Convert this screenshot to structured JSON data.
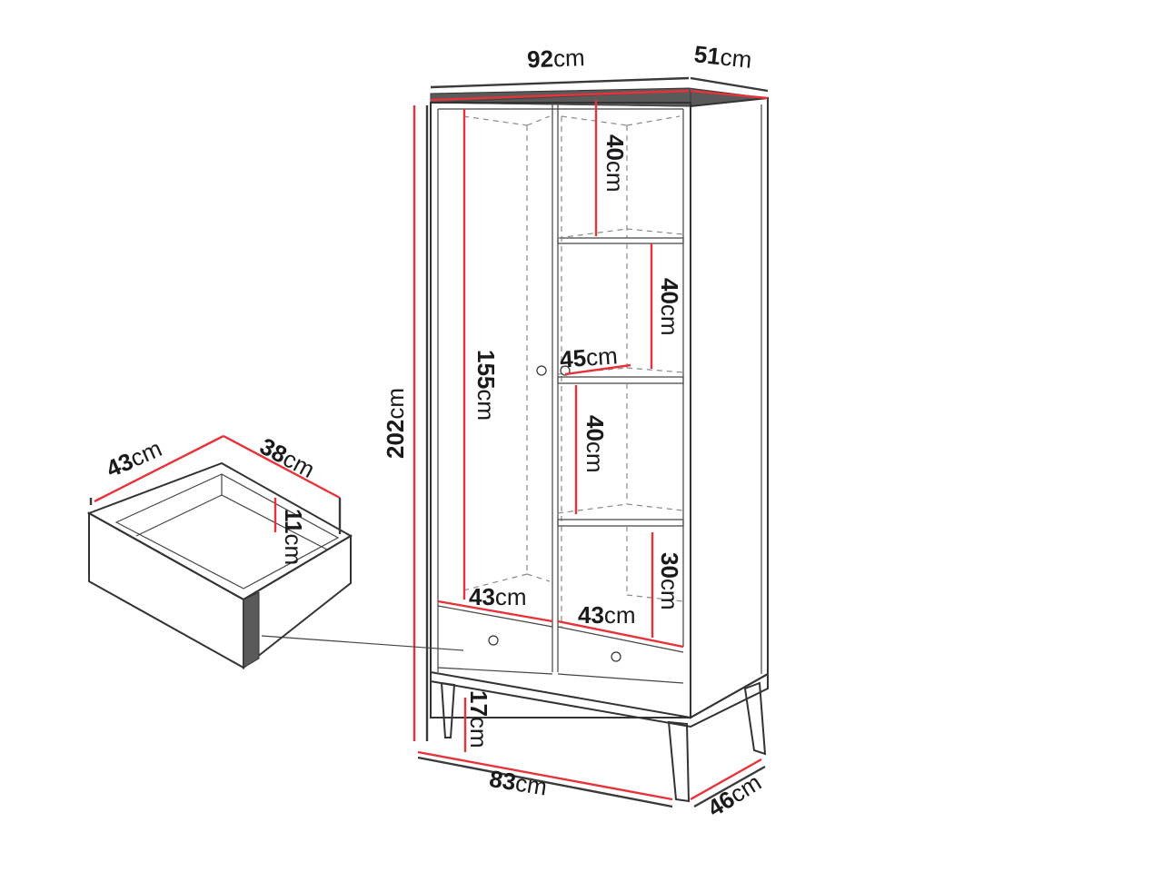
{
  "dimensions": {
    "wardrobe_width": {
      "value": "92",
      "unit": "cm"
    },
    "wardrobe_depth": {
      "value": "51",
      "unit": "cm"
    },
    "wardrobe_height": {
      "value": "202",
      "unit": "cm"
    },
    "hanging_height": {
      "value": "155",
      "unit": "cm"
    },
    "shelf_top_height": {
      "value": "40",
      "unit": "cm"
    },
    "shelf_mid_height": {
      "value": "40",
      "unit": "cm"
    },
    "shelf_low_height": {
      "value": "40",
      "unit": "cm"
    },
    "shelf_bottom_height": {
      "value": "30",
      "unit": "cm"
    },
    "shelf_depth": {
      "value": "45",
      "unit": "cm"
    },
    "left_inner_width": {
      "value": "43",
      "unit": "cm"
    },
    "right_inner_width": {
      "value": "43",
      "unit": "cm"
    },
    "leg_height": {
      "value": "17",
      "unit": "cm"
    },
    "base_width": {
      "value": "83",
      "unit": "cm"
    },
    "base_depth": {
      "value": "46",
      "unit": "cm"
    },
    "drawer_width": {
      "value": "43",
      "unit": "cm"
    },
    "drawer_depth": {
      "value": "38",
      "unit": "cm"
    },
    "drawer_height": {
      "value": "11",
      "unit": "cm"
    }
  },
  "colors": {
    "dimension_line": "#e8323a",
    "outline": "#333333",
    "text": "#1a1a1a"
  }
}
